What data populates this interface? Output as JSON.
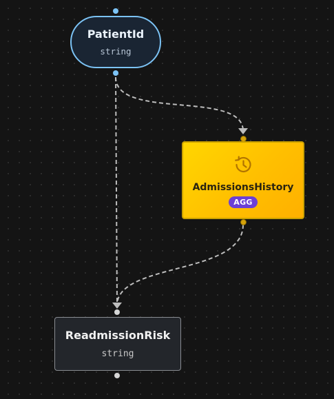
{
  "nodes": {
    "patient_id": {
      "title": "PatientId",
      "type": "string",
      "border_color": "#7cc3f5"
    },
    "admissions_history": {
      "title": "AdmissionsHistory",
      "badge": "AGG",
      "icon": "history-icon",
      "fill_color": "#ffc800",
      "badge_color": "#6c3fd6"
    },
    "readmission_risk": {
      "title": "ReadmissionRisk",
      "type": "string"
    }
  },
  "edges": [
    {
      "from": "PatientId",
      "to": "AdmissionsHistory",
      "style": "dashed"
    },
    {
      "from": "PatientId",
      "to": "ReadmissionRisk",
      "style": "dashed"
    },
    {
      "from": "AdmissionsHistory",
      "to": "ReadmissionRisk",
      "style": "dashed"
    }
  ]
}
